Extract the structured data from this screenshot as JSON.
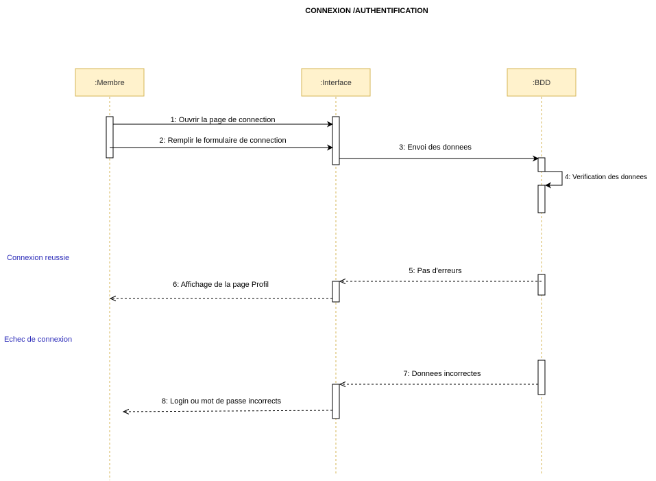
{
  "diagram": {
    "title": "CONNEXION /AUTHENTIFICATION",
    "lifelines": {
      "membre": ":Membre",
      "interface": ":Interface",
      "bdd": ":BDD"
    },
    "sections": {
      "success": "Connexion reussie",
      "failure": "Echec de connexion"
    },
    "messages": {
      "m1": "1: Ouvrir la page de connection",
      "m2": "2: Remplir le formulaire de connection",
      "m3": "3: Envoi des donnees",
      "m4": "4: Verification des donnees",
      "m5": "5: Pas d'erreurs",
      "m6": "6: Affichage de la page Profil",
      "m7": "7: Donnees incorrectes",
      "m8": "8: Login ou mot de passe incorrects"
    },
    "colors": {
      "lifeline_fill": "#fff2cc",
      "lifeline_stroke": "#d6b656",
      "section_text": "#2a2ab8"
    }
  }
}
